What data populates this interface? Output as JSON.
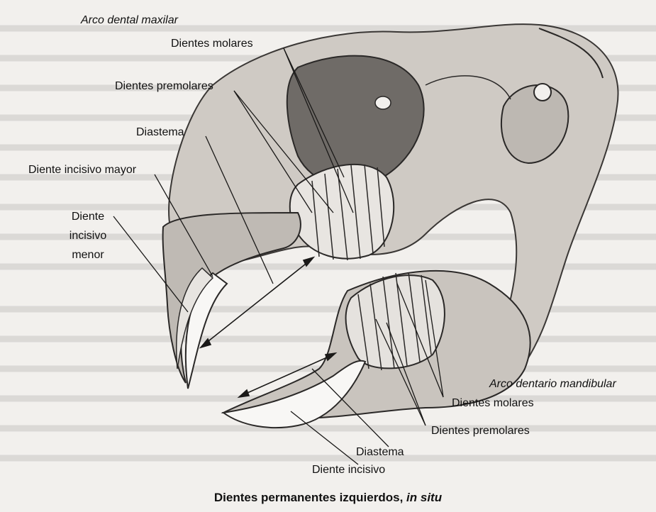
{
  "labels": {
    "arco_maxilar": "Arco dental maxilar",
    "molares_sup": "Dientes molares",
    "premolares_sup": "Dientes premolares",
    "diastema_sup": "Diastema",
    "incisivo_mayor": "Diente incisivo mayor",
    "incisivo_menor_l1": "Diente",
    "incisivo_menor_l2": "incisivo",
    "incisivo_menor_l3": "menor",
    "arco_mandibular": "Arco dentario mandibular",
    "molares_inf": "Dientes molares",
    "premolares_inf": "Dientes premolares",
    "diastema_inf": "Diastema",
    "incisivo_inf": "Diente incisivo"
  },
  "caption": {
    "main": "Dientes permanentes izquierdos, ",
    "italic": "in situ"
  },
  "colors": {
    "background": "#f2f0ed",
    "ink": "#111111",
    "bone": "#d9d5d0",
    "shade": "#8a8580"
  }
}
